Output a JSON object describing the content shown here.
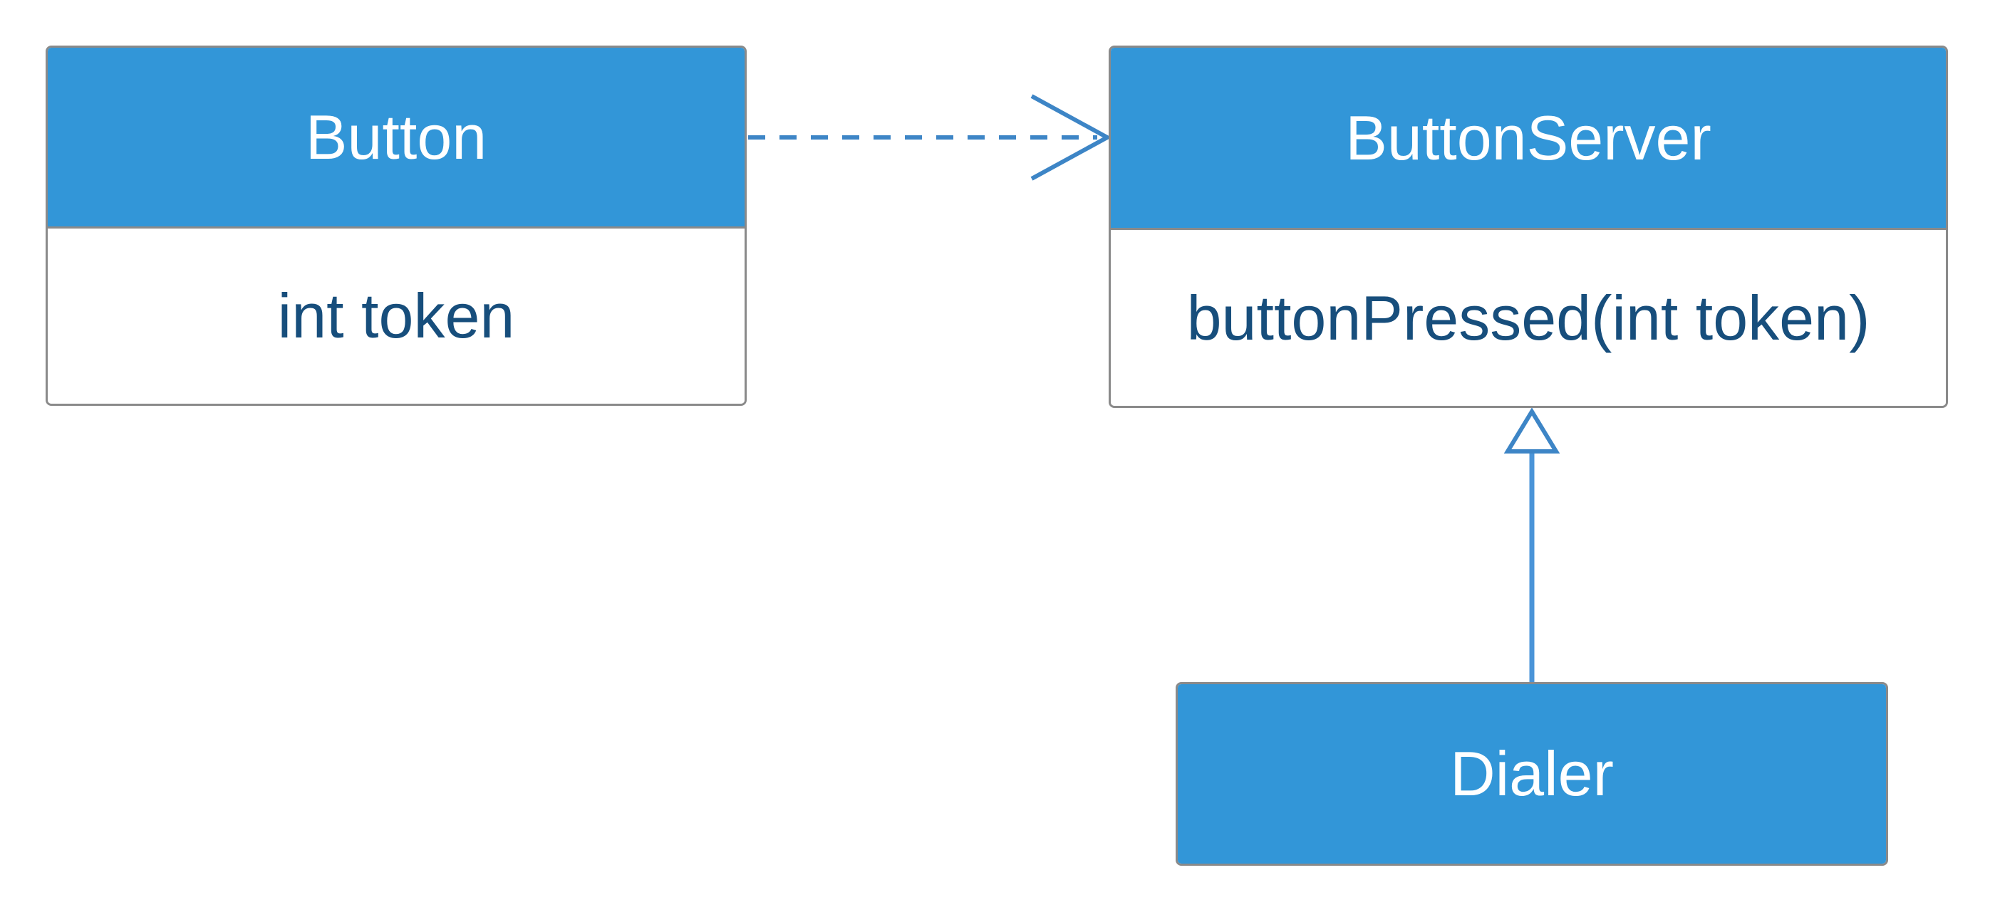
{
  "diagram": {
    "kind": "uml-class-diagram",
    "colors": {
      "background": "#ffffff",
      "header_fill": "#3296d8",
      "header_text": "#ffffff",
      "member_text": "#174e7c",
      "box_border": "#8a8a8a",
      "connector": "#3d85c6",
      "connector_light": "#4a94d8"
    },
    "classes": [
      {
        "id": "button",
        "name": "Button",
        "members": [
          "int token"
        ]
      },
      {
        "id": "buttonserver",
        "name": "ButtonServer",
        "members": [
          "buttonPressed(int token)"
        ]
      },
      {
        "id": "dialer",
        "name": "Dialer",
        "members": []
      }
    ],
    "relationships": [
      {
        "from": "Button",
        "to": "ButtonServer",
        "type": "dependency",
        "line": "dashed",
        "arrowhead": "open-chevron"
      },
      {
        "from": "Dialer",
        "to": "ButtonServer",
        "type": "generalization",
        "line": "solid",
        "arrowhead": "hollow-triangle"
      }
    ]
  }
}
